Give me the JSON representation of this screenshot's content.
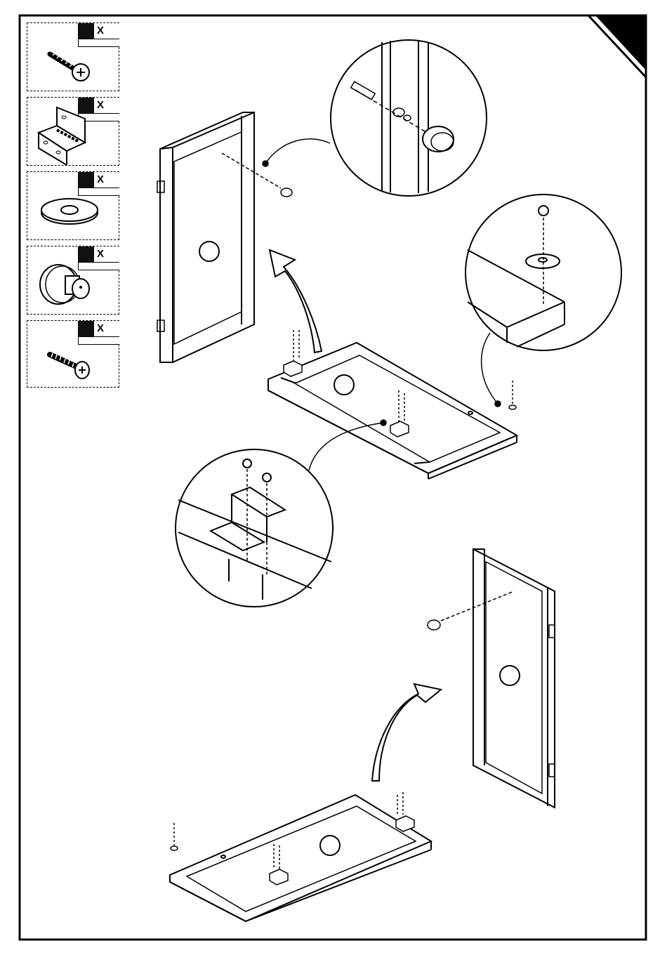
{
  "parts": [
    {
      "icon": "wood-screw-icon",
      "multiplier": "X"
    },
    {
      "icon": "hinge-icon",
      "multiplier": "X"
    },
    {
      "icon": "knob-washer-icon",
      "multiplier": "X"
    },
    {
      "icon": "knob-icon",
      "multiplier": "X"
    },
    {
      "icon": "machine-bolt-icon",
      "multiplier": "X"
    }
  ],
  "colors": {
    "line": "#000000",
    "corner_tab": "#000000",
    "background": "#ffffff"
  }
}
